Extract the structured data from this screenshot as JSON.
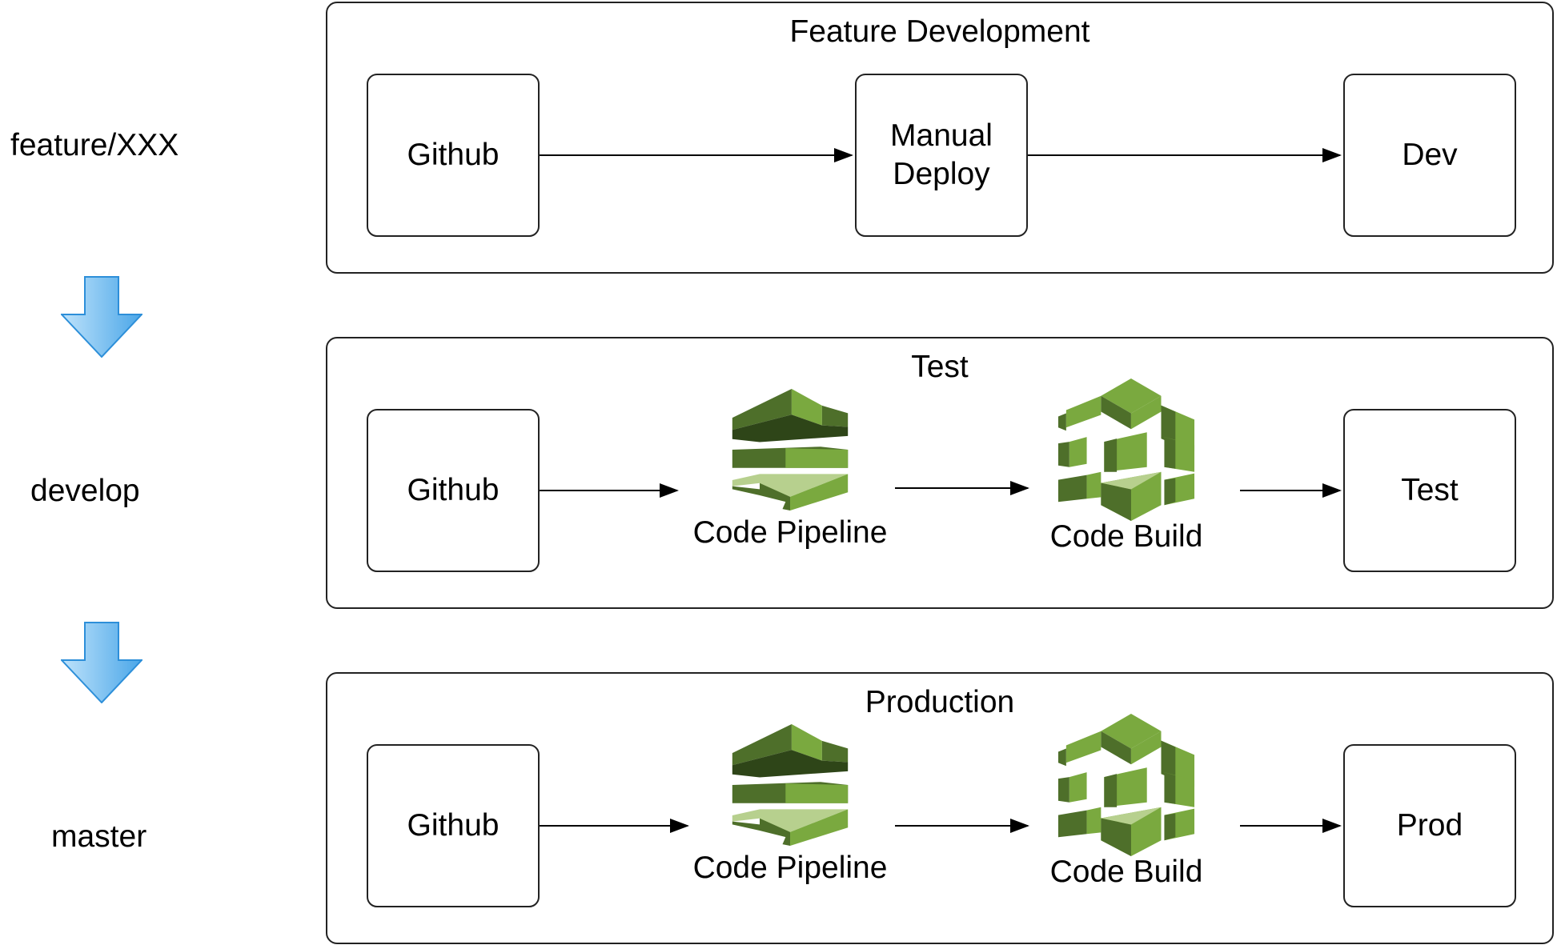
{
  "branches": {
    "feature": "feature/XXX",
    "develop": "develop",
    "master": "master"
  },
  "stages": {
    "feature_dev": {
      "title": "Feature Development",
      "source": "Github",
      "deploy": "Manual\nDeploy",
      "target": "Dev"
    },
    "test": {
      "title": "Test",
      "source": "Github",
      "pipeline": "Code Pipeline",
      "build": "Code Build",
      "target": "Test"
    },
    "production": {
      "title": "Production",
      "source": "Github",
      "pipeline": "Code Pipeline",
      "build": "Code Build",
      "target": "Prod"
    }
  },
  "icons": {
    "pipeline": "aws-codepipeline-icon",
    "build": "aws-codebuild-icon",
    "flow_arrow": "blue-down-arrow-icon"
  },
  "colors": {
    "aws_green_light": "#7aa93f",
    "aws_green_dark": "#4e6f2a",
    "aws_green_pale": "#b7d08e",
    "flow_arrow_blue": "#5ab4ee"
  }
}
